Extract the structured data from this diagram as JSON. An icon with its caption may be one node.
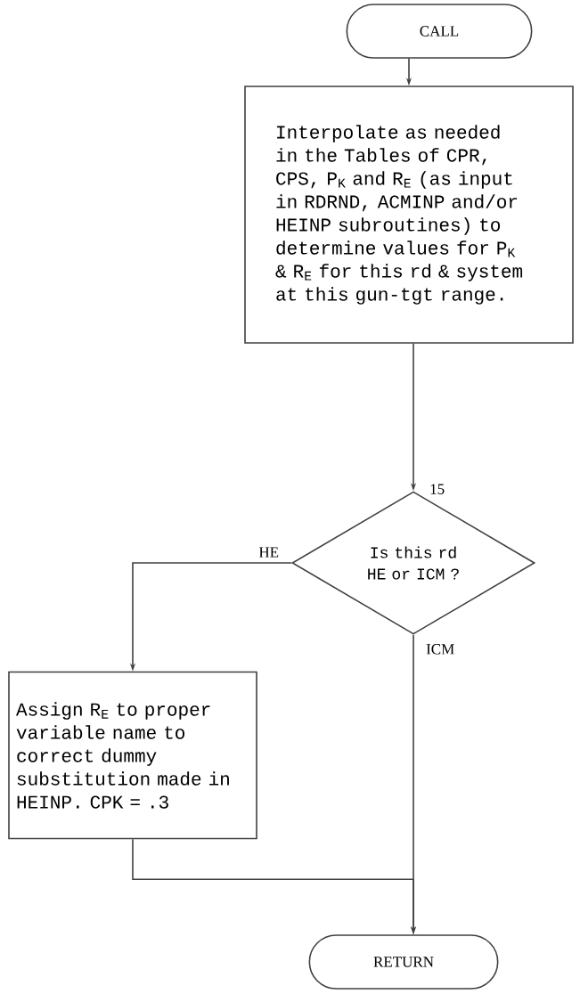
{
  "diagram": {
    "nodes": [
      {
        "text": [
          "CALL"
        ]
      },
      {
        "text": [
          "Interpolate as needed in the Tables of CPR, CPS, P$_{K}$ and R$_{E}$ (as input in RDRND, ACMINP and/or HEINP subroutines) to determine values for P$_{K}$ & R$_{E}$ for this rd & system at this gun-tgt range."
        ]
      },
      {
        "text": [
          "Is this rd HE or ICM ?"
        ],
        "beside": [
          "15"
        ]
      },
      {
        "text": [
          "Assign R$_{E}$ to proper variable name to correct dummy substitution made in HEINP.  CPK = .3"
        ]
      },
      {
        "text": [
          "RETURN"
        ]
      }
    ],
    "edges": [
      {
        "from": 0,
        "to": 1,
        "arrow": "to"
      },
      {
        "from": 1,
        "to": 2,
        "arrow": "to"
      },
      {
        "from": 2,
        "to": 3,
        "arrow": "to",
        "label": "HE"
      },
      {
        "from": 2,
        "to": 4,
        "arrow": "to",
        "label": "ICM"
      },
      {
        "from": 3,
        "to": 4,
        "arrow": "to"
      }
    ]
  }
}
